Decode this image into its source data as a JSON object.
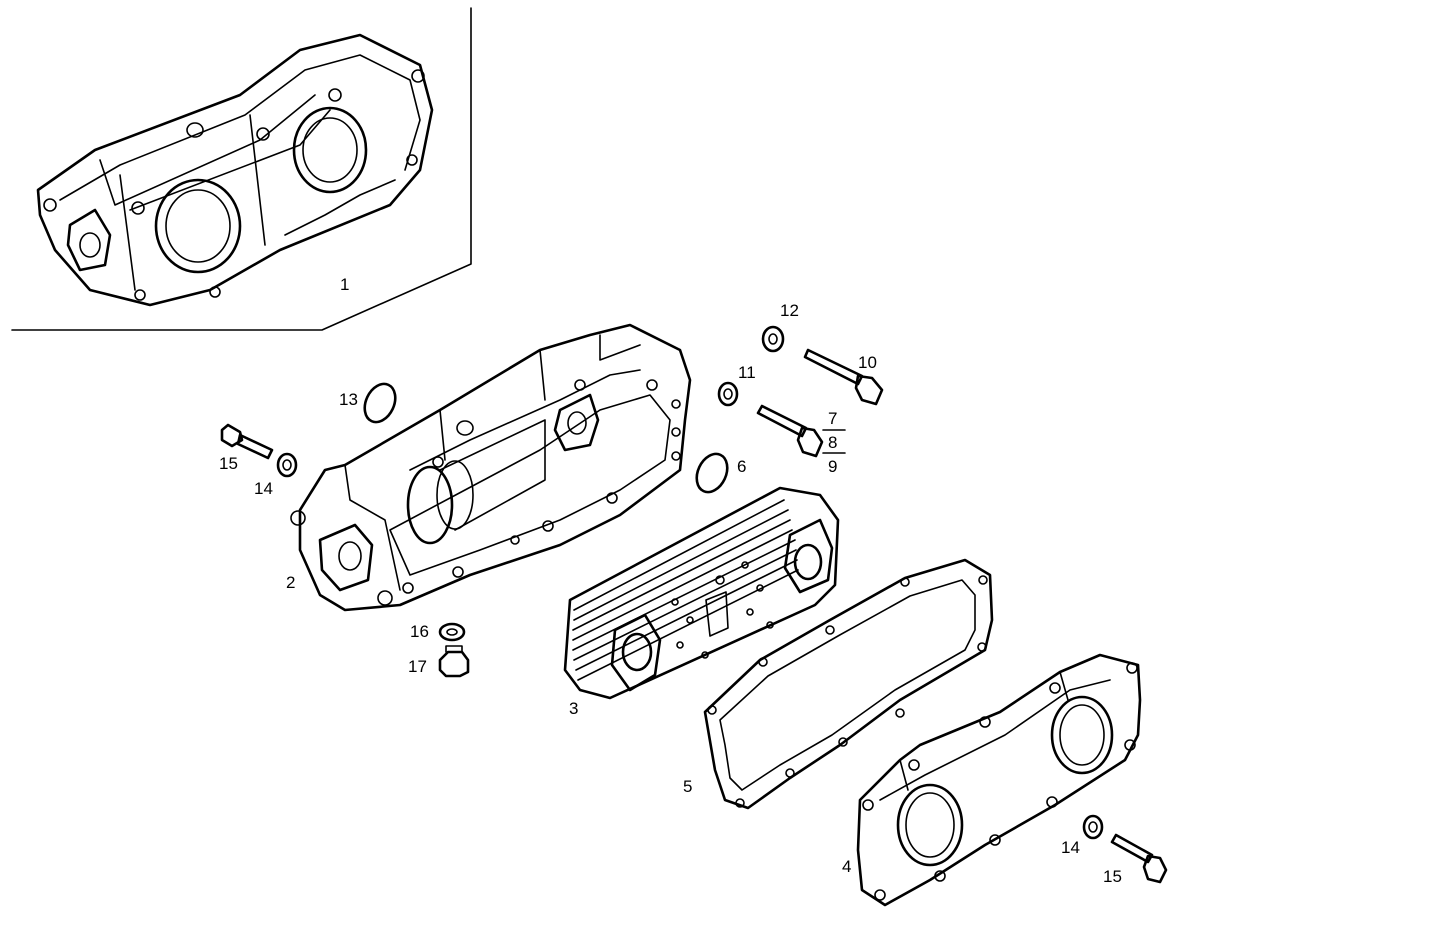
{
  "callouts": {
    "c1": "1",
    "c2": "2",
    "c3": "3",
    "c4": "4",
    "c5": "5",
    "c6": "6",
    "c7": "7",
    "c8": "8",
    "c9": "9",
    "c10": "10",
    "c11": "11",
    "c12": "12",
    "c13": "13",
    "c14a": "14",
    "c15a": "15",
    "c16": "16",
    "c17": "17",
    "c14b": "14",
    "c15b": "15"
  }
}
